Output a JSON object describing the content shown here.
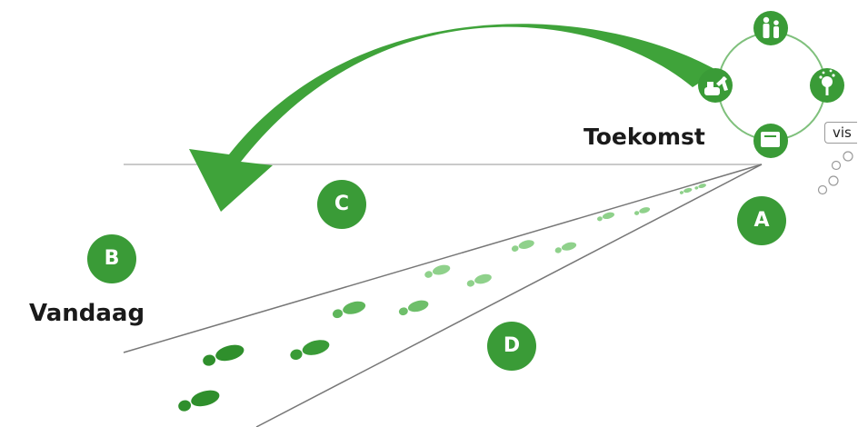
{
  "labels": {
    "future": "Toekomst",
    "today": "Vandaag"
  },
  "markers": {
    "a": "A",
    "b": "B",
    "c": "C",
    "d": "D"
  },
  "callout": {
    "text": "vis"
  },
  "cycle": {
    "icons": [
      "people-icon",
      "tree-icon",
      "box-icon",
      "excavator-icon"
    ]
  },
  "colors": {
    "green": "#3a9b37",
    "arrow_green": "#3fa33a",
    "footprint_green": "#8fd18b",
    "line_gray": "#8a8a8a"
  }
}
